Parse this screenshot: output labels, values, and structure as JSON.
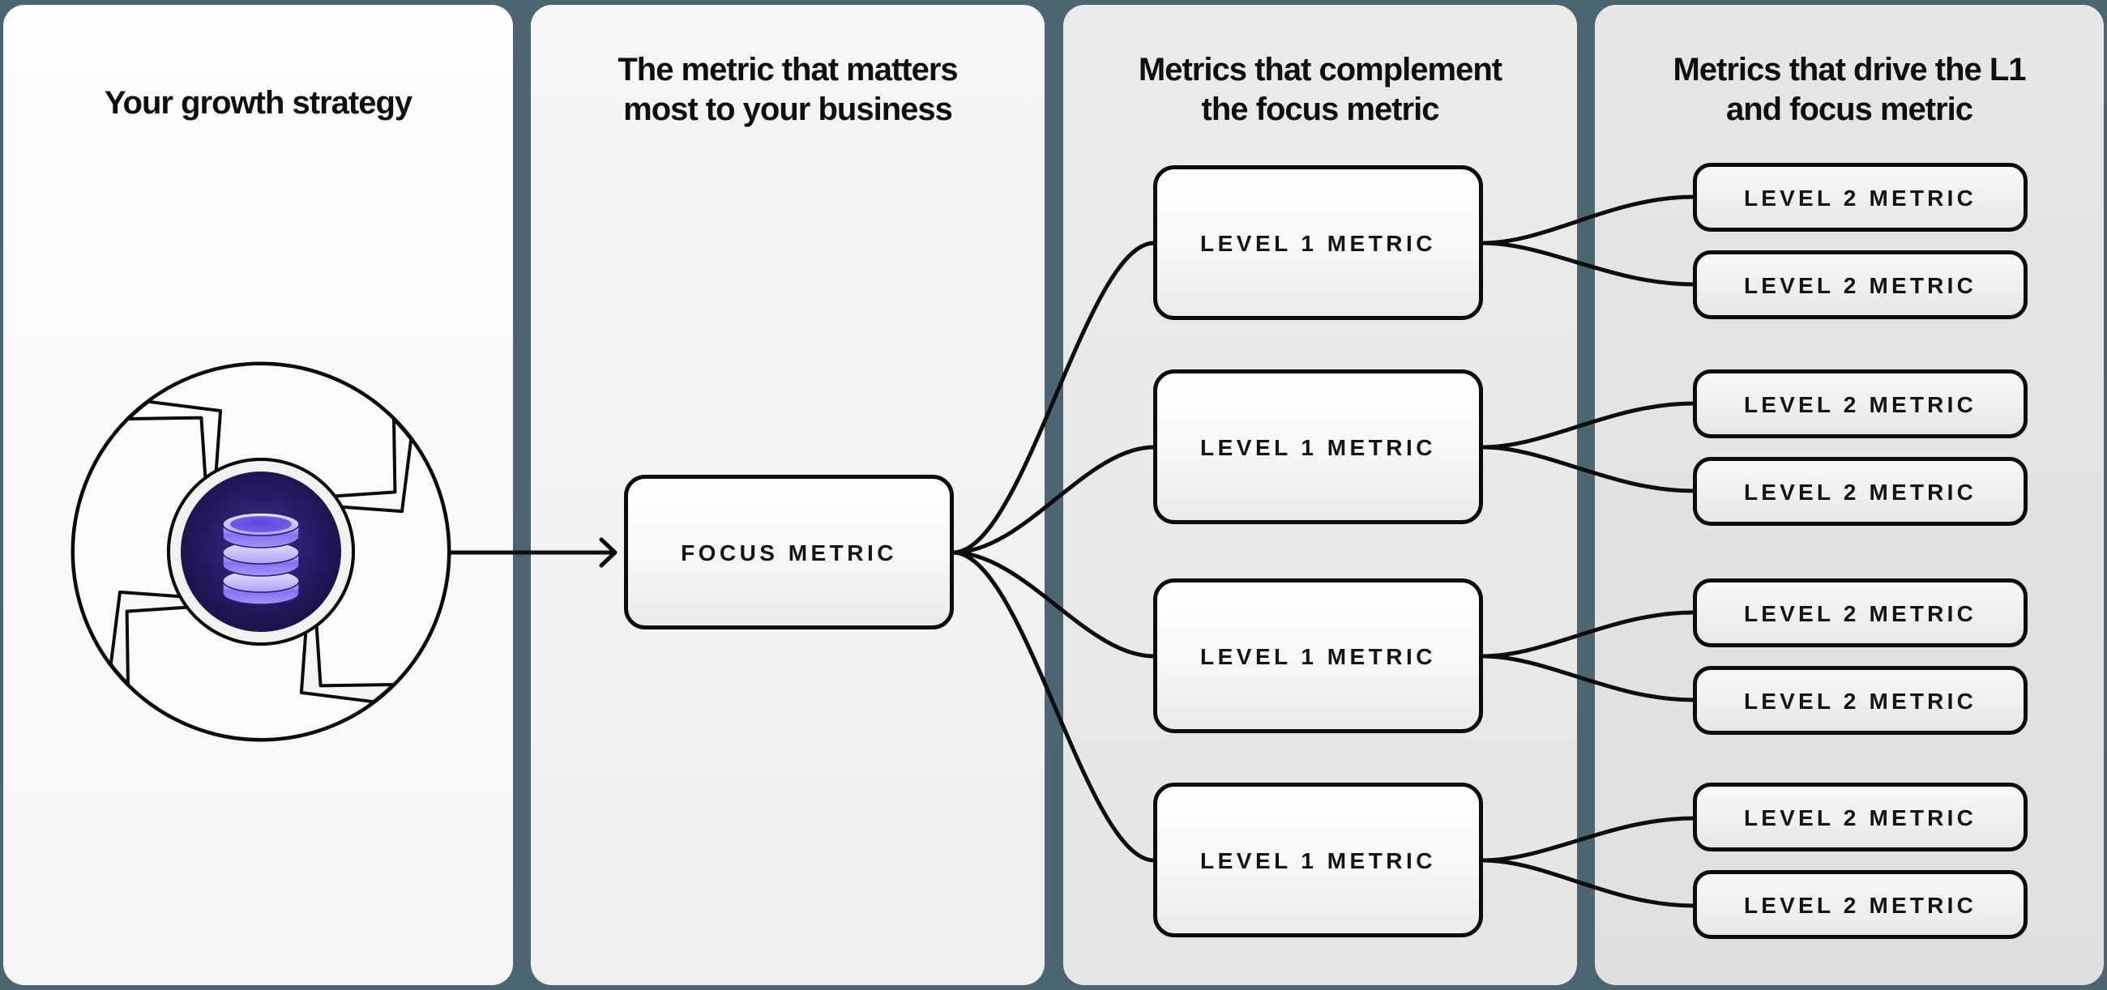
{
  "diagram": {
    "description": "Growth strategy metrics tree flow diagram"
  },
  "colors": {
    "background": "#4b6571",
    "panel_lightest": "#f9f9f9",
    "panel_darkest": "#e1e1e1",
    "box_border": "#0c0c0c",
    "connector": "#0d0d0d",
    "title_text": "#0f0f0f",
    "icon_disk_indigo": "#2c2070",
    "icon_database_purple": "#8572f1"
  },
  "sections": [
    {
      "id": "growth-strategy",
      "title_lines": [
        "Your growth strategy"
      ]
    },
    {
      "id": "focus-metric",
      "title_lines": [
        "The metric that matters",
        "most to your business"
      ],
      "boxes": [
        {
          "label": "FOCUS METRIC"
        }
      ]
    },
    {
      "id": "level-1-metrics",
      "title_lines": [
        "Metrics that complement",
        "the focus metric"
      ],
      "boxes": [
        {
          "label": "LEVEL 1 METRIC"
        },
        {
          "label": "LEVEL 1 METRIC"
        },
        {
          "label": "LEVEL 1 METRIC"
        },
        {
          "label": "LEVEL 1 METRIC"
        }
      ]
    },
    {
      "id": "level-2-metrics",
      "title_lines": [
        "Metrics that drive the L1",
        "and focus metric"
      ],
      "boxes": [
        {
          "label": "LEVEL 2 METRIC"
        },
        {
          "label": "LEVEL 2 METRIC"
        },
        {
          "label": "LEVEL 2 METRIC"
        },
        {
          "label": "LEVEL 2 METRIC"
        },
        {
          "label": "LEVEL 2 METRIC"
        },
        {
          "label": "LEVEL 2 METRIC"
        },
        {
          "label": "LEVEL 2 METRIC"
        },
        {
          "label": "LEVEL 2 METRIC"
        }
      ]
    }
  ],
  "icons": {
    "growth_cycle": "cycle-pinwheel-icon",
    "database": "database-icon",
    "arrow": "arrow-right-icon"
  }
}
